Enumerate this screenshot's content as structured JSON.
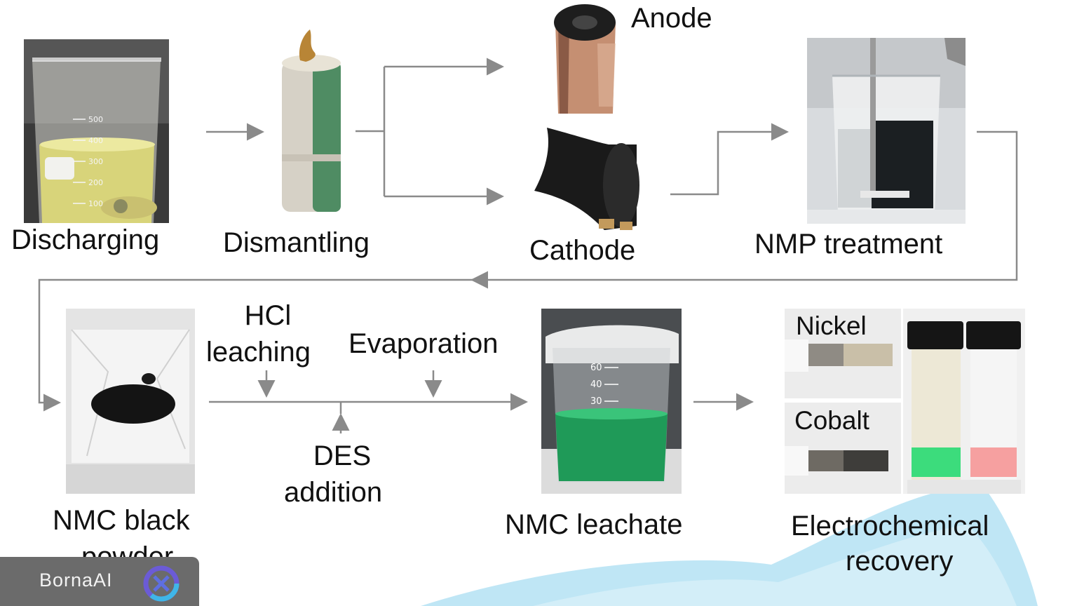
{
  "steps": {
    "discharging": "Discharging",
    "dismantling": "Dismantling",
    "anode": "Anode",
    "cathode": "Cathode",
    "nmp_treatment": "NMP treatment",
    "black_powder_line1": "NMC black",
    "black_powder_line2": "powder",
    "hcl_line1": "HCl",
    "hcl_line2": "leaching",
    "evaporation": "Evaporation",
    "des_line1": "DES",
    "des_line2": "addition",
    "leachate": "NMC leachate",
    "electro_line1": "Electrochemical",
    "electro_line2": "recovery",
    "nickel": "Nickel",
    "cobalt": "Cobalt"
  },
  "beaker_marks": [
    "500",
    "400",
    "300",
    "200",
    "100"
  ],
  "leachate_marks": [
    "60",
    "40",
    "30"
  ],
  "watermark": "BornaAI",
  "colors": {
    "arrow": "#8a8a8a",
    "leachate_green": "#1f9a58",
    "vial_green": "#3cdc7c",
    "vial_pink": "#f6a0a0",
    "wave_blue": "#bfe6f5"
  }
}
